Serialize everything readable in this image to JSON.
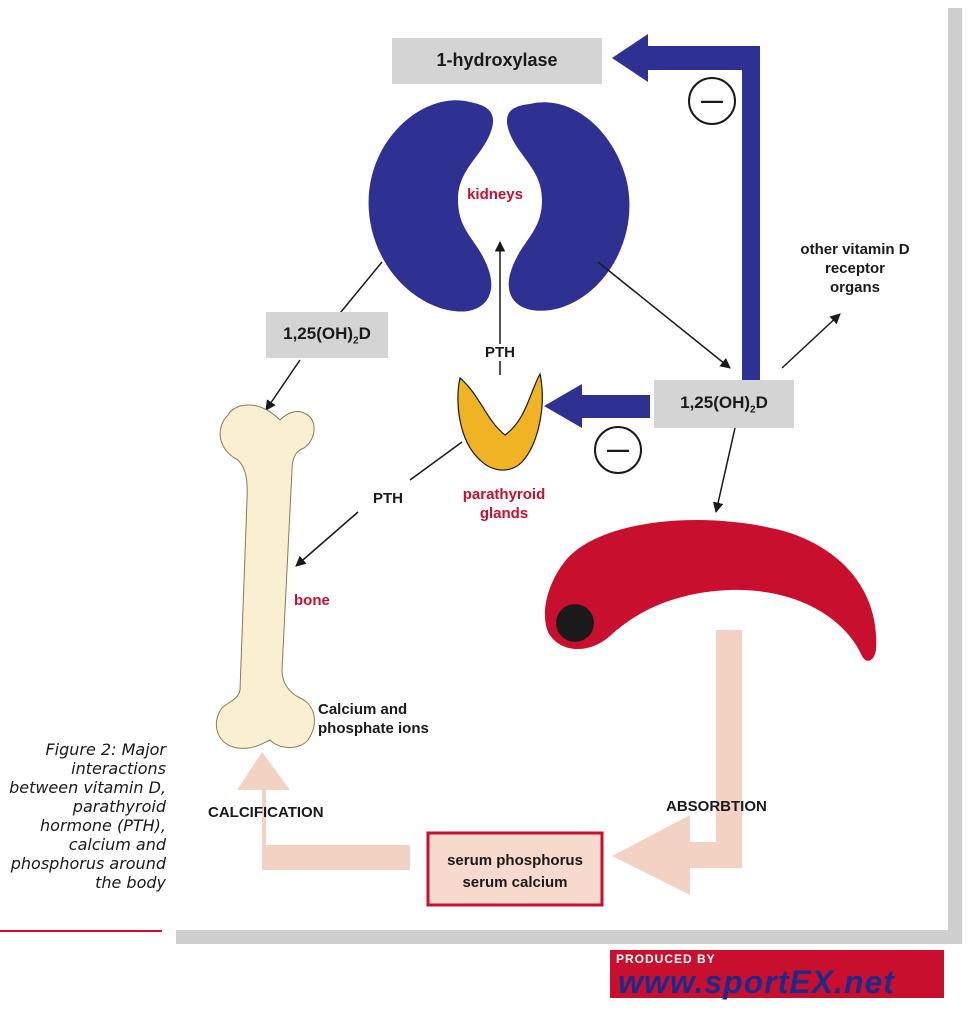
{
  "labels": {
    "hydroxylase": "1-hydroxylase",
    "kidneys": "kidneys",
    "vit_d_left": "1,25(OH)",
    "vit_d_left_sub": "2",
    "vit_d_left_end": "D",
    "vit_d_right": "1,25(OH)",
    "vit_d_right_sub": "2",
    "vit_d_right_end": "D",
    "pth_up": "PTH",
    "pth_left": "PTH",
    "parathyroid": "parathyroid glands",
    "bone": "bone",
    "intestines": "intestines",
    "other_organs": "other vitamin D receptor organs",
    "calcium_ions": "Calcium and phosphate ions",
    "calcification": "CALCIFICATION",
    "absorption": "ABSORBTION",
    "serum_phosphorus": "serum phosphorus",
    "serum_calcium": "serum calcium",
    "minus_top": "—",
    "minus_mid": "—"
  },
  "caption": "Figure 2: Major interactions between vitamin D, parathyroid hormone (PTH), calcium and phosphorus around the body",
  "credit": {
    "produced_by": "PRODUCED BY",
    "url": "www.sportEX.net"
  },
  "colors": {
    "kidney_blue": "#2e3192",
    "label_red": "#c8102e",
    "intestine_red": "#c8102e",
    "parathyroid_yellow": "#f0b323",
    "bone_cream": "#fbefd2",
    "box_grey": "#d4d4d4",
    "pale_arrow": "#f3d2c4",
    "serum_box": "#f7d9cd"
  }
}
